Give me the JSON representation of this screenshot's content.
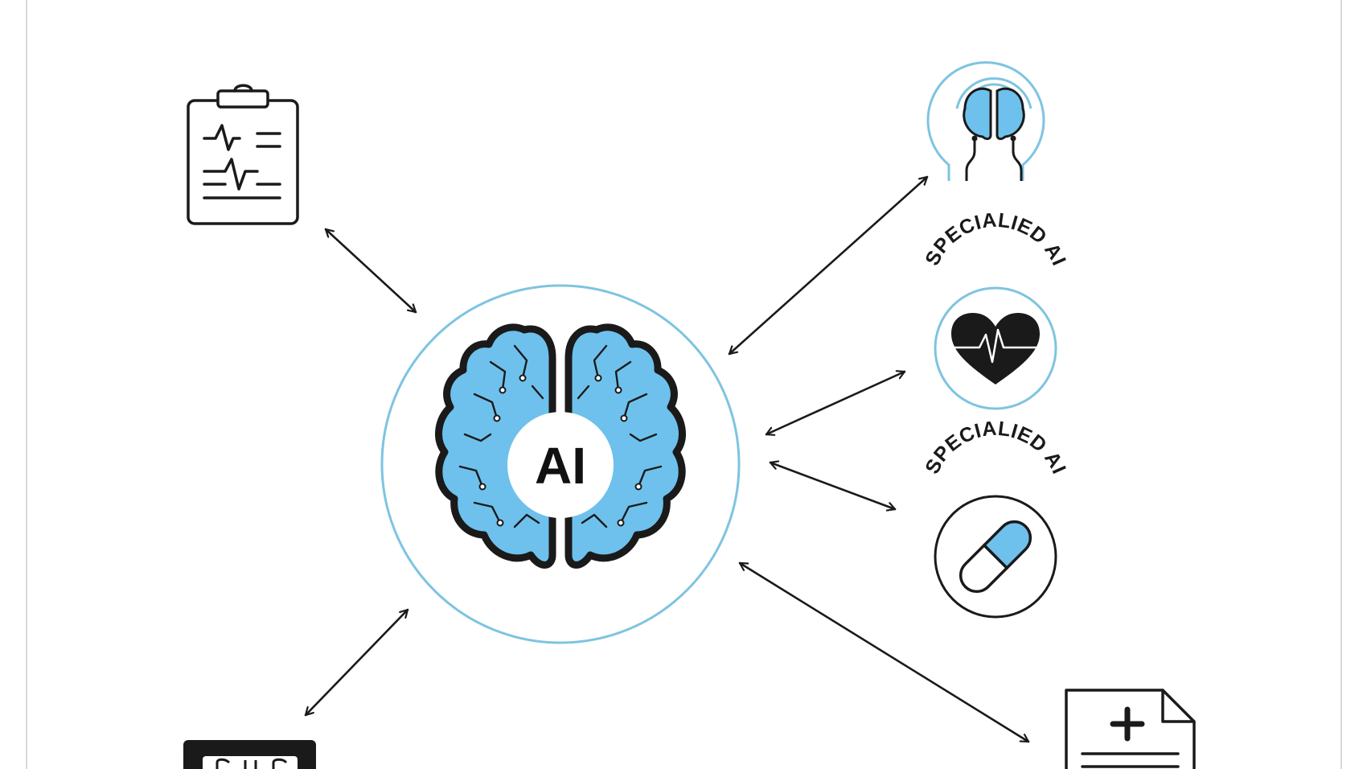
{
  "center": {
    "label": "AI"
  },
  "specialized_nodes": [
    {
      "label": "SPECIALIED AI",
      "icon": "heart-pulse-icon"
    },
    {
      "label": "SPECIALIED AI",
      "icon": "pill-capsule-icon"
    }
  ],
  "peripheral_icons": [
    "clipboard-ecg-icon",
    "brain-scan-icon",
    "xray-film-icon",
    "medical-document-icon"
  ],
  "colors": {
    "brain_blue": "#6ec1ec",
    "ring_blue": "#7ec4e0",
    "stroke_dark": "#1a1a1a",
    "background": "#ffffff",
    "frame_gray": "#d9d9d9"
  }
}
